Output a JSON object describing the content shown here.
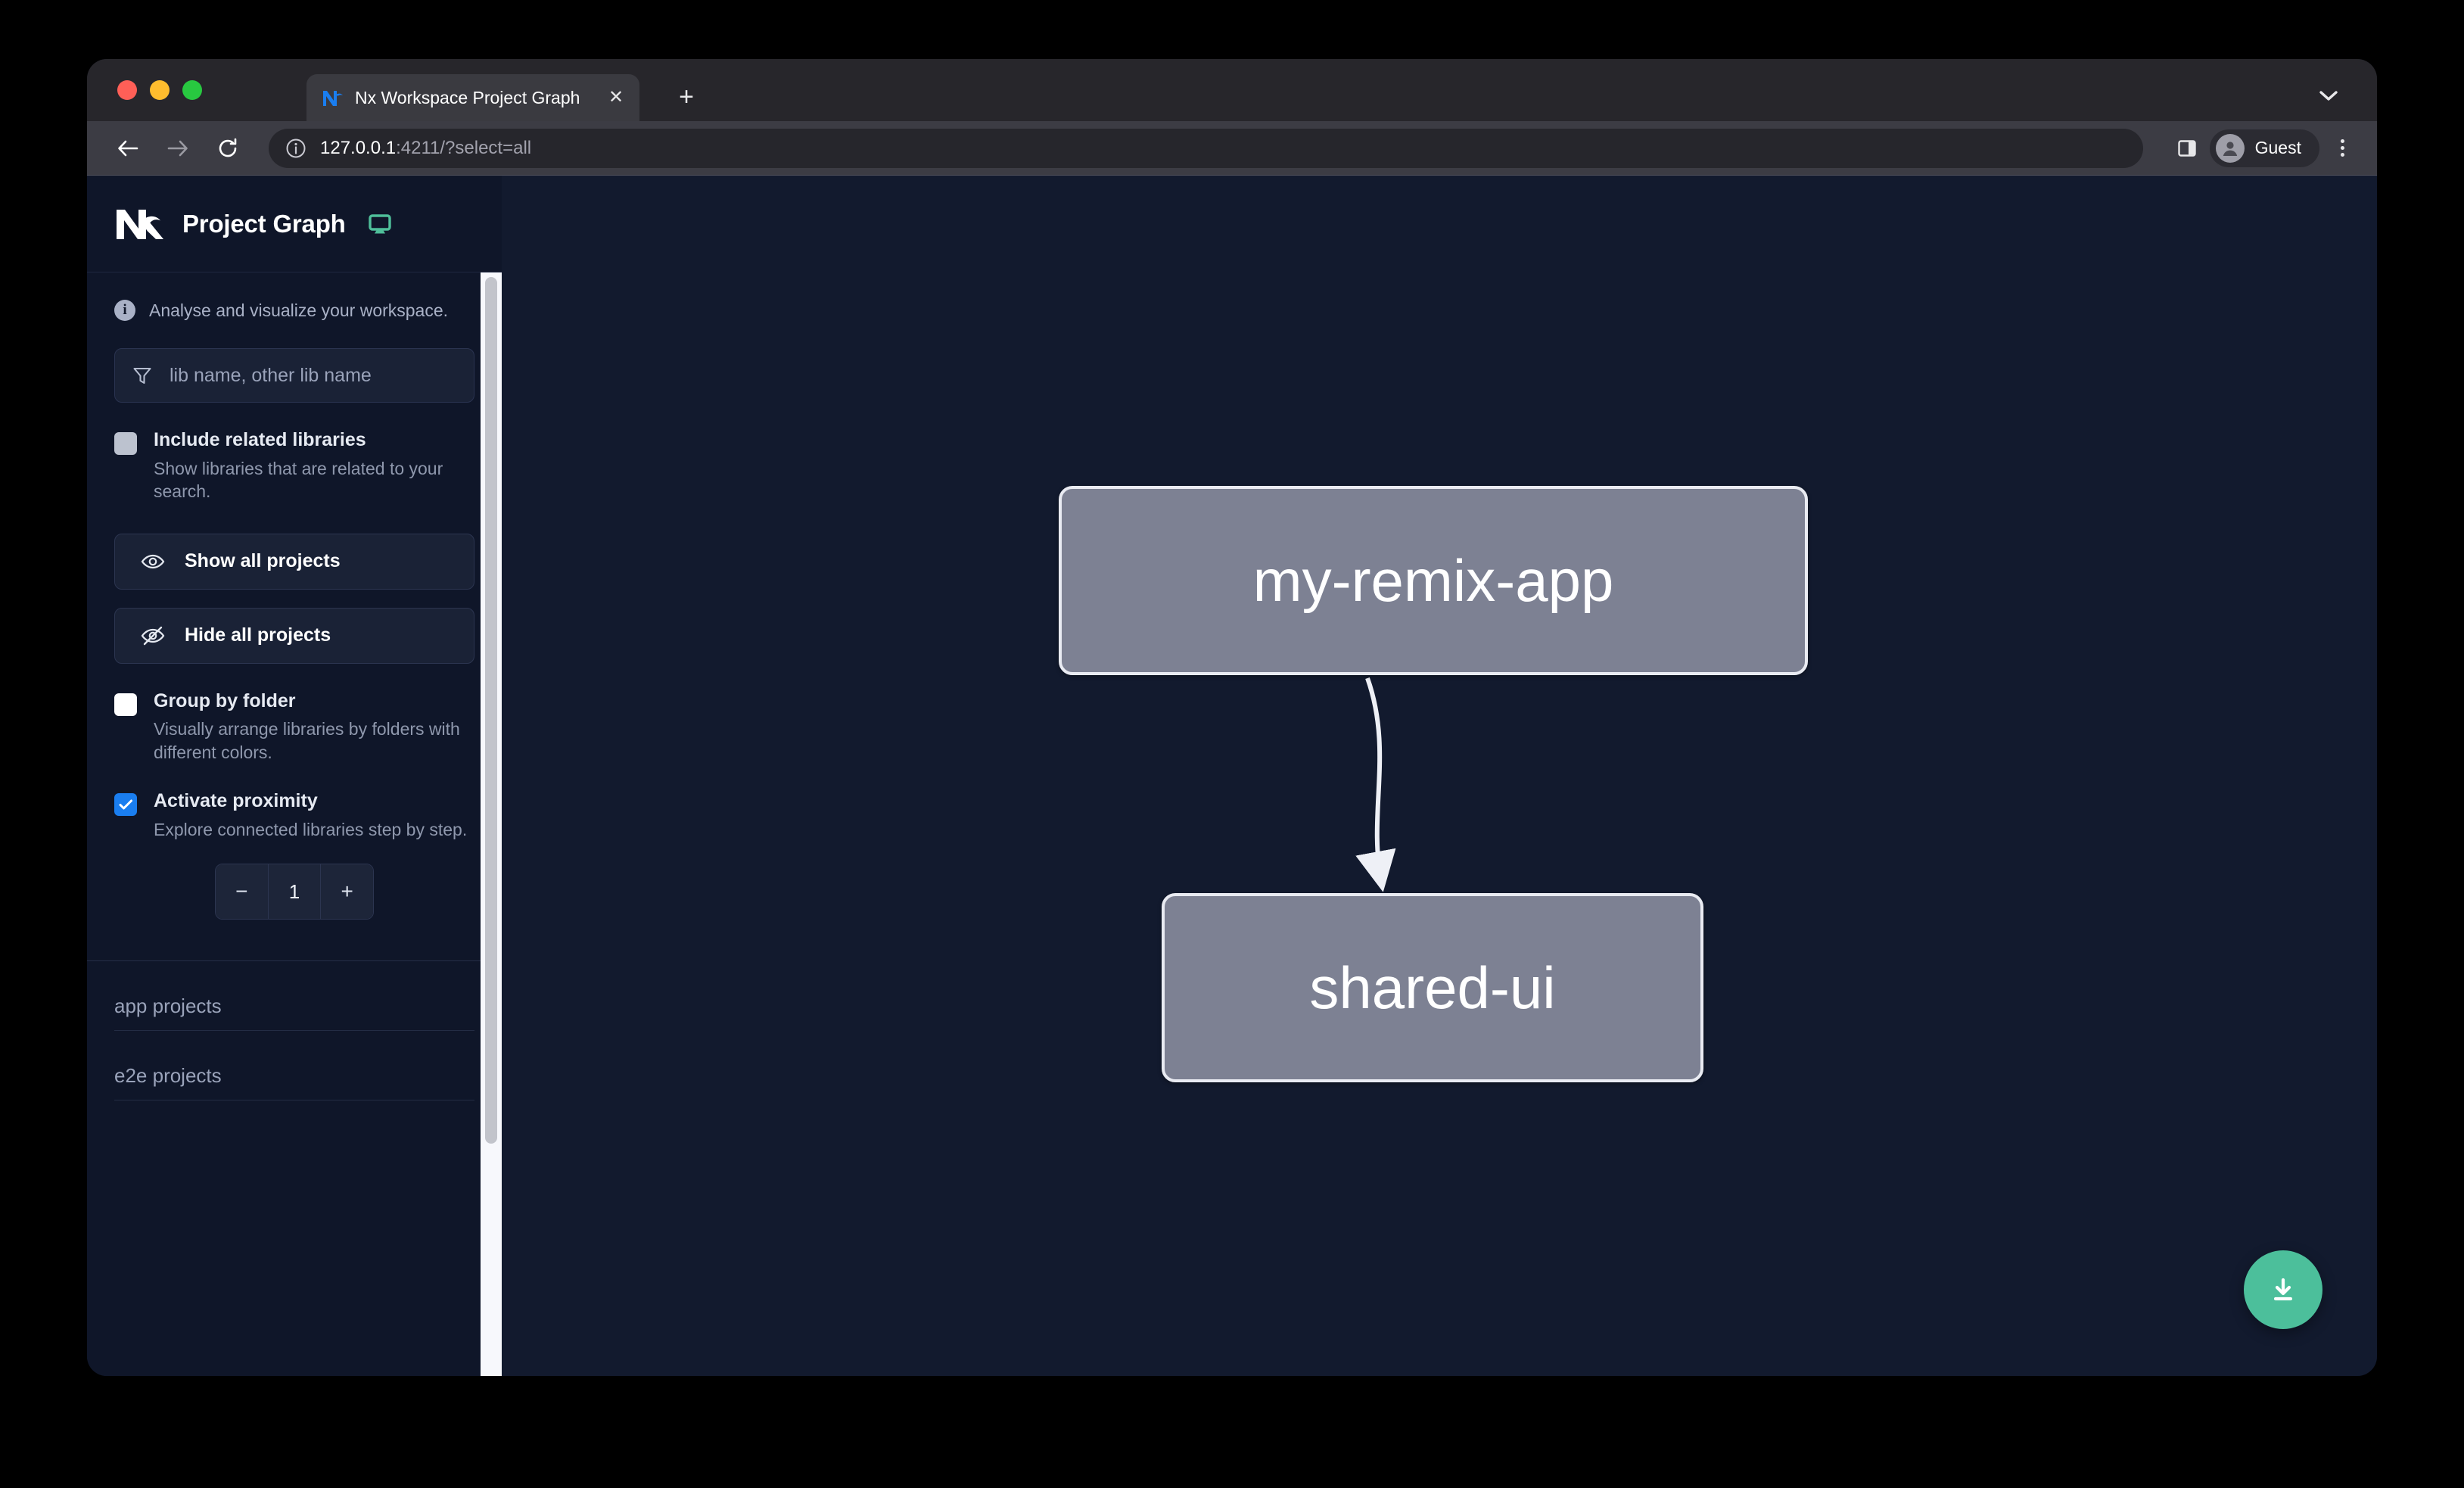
{
  "browser": {
    "tab": {
      "title": "Nx Workspace Project Graph",
      "favicon_name": "nx-favicon",
      "close_label": "✕"
    },
    "new_tab_label": "+",
    "toolbar": {
      "back_label": "←",
      "forward_label": "→",
      "reload_label": "⟳",
      "site_info_label": "i",
      "url_host": "127.0.0.1",
      "url_path": ":4211/?select=all",
      "profile_name": "Guest"
    },
    "window_chrome": {
      "tab_bar_bg": "#27262b",
      "toolbar_bg": "#3c3c44",
      "close_btn_color": "#ff5f57",
      "minimize_btn_color": "#febc2e",
      "maximize_btn_color": "#28c840"
    }
  },
  "sidebar": {
    "logo_name": "nx-logo",
    "title": "Project Graph",
    "monitor_icon_color": "#4fbf9a",
    "hint": "Analyse and visualize your workspace.",
    "search": {
      "placeholder": "lib name, other lib name",
      "value": ""
    },
    "options": [
      {
        "id": "include-related-libraries",
        "label": "Include related libraries",
        "description": "Show libraries that are related to your search.",
        "checked": false,
        "checkbox_style": "grey"
      },
      {
        "id": "group-by-folder",
        "label": "Group by folder",
        "description": "Visually arrange libraries by folders with different colors.",
        "checked": false,
        "checkbox_style": "white"
      },
      {
        "id": "activate-proximity",
        "label": "Activate proximity",
        "description": "Explore connected libraries step by step.",
        "checked": true,
        "checkbox_style": "blue"
      }
    ],
    "buttons": [
      {
        "id": "show-all-projects",
        "label": "Show all projects",
        "icon": "eye-icon"
      },
      {
        "id": "hide-all-projects",
        "label": "Hide all projects",
        "icon": "eye-off-icon"
      }
    ],
    "stepper": {
      "decrement_label": "−",
      "value": "1",
      "increment_label": "+"
    },
    "sections": [
      {
        "id": "app-projects",
        "label": "app projects"
      },
      {
        "id": "e2e-projects",
        "label": "e2e projects"
      }
    ]
  },
  "graph": {
    "background": "#121a2e",
    "node_fill": "#7d8193",
    "node_border": "#e9ebf2",
    "edge_color": "#eef0f6",
    "nodes": [
      {
        "id": "my-remix-app",
        "label": "my-remix-app"
      },
      {
        "id": "shared-ui",
        "label": "shared-ui"
      }
    ],
    "edges": [
      {
        "from": "my-remix-app",
        "to": "shared-ui"
      }
    ],
    "download_button": {
      "name": "download-image-button",
      "color": "#4cbf9b"
    }
  }
}
